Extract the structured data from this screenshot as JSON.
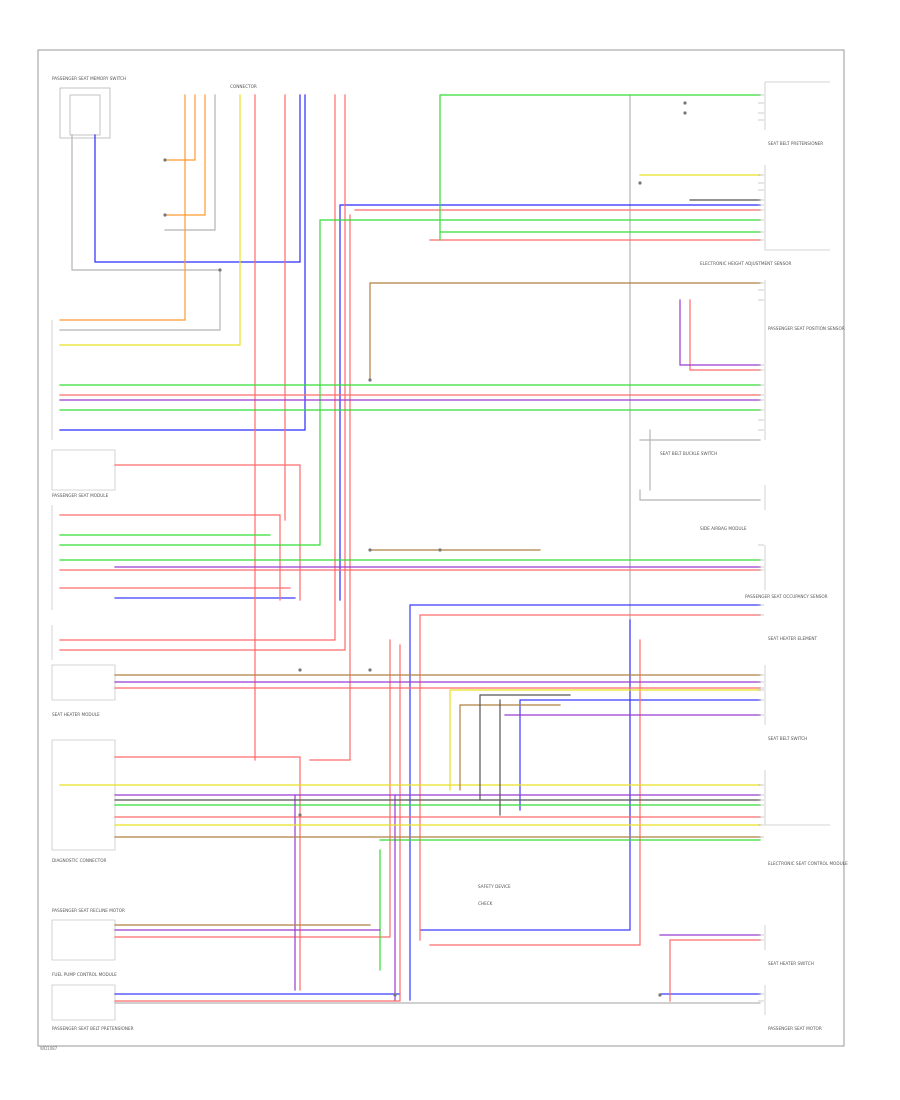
{
  "colors": {
    "frame": "#9a9a9a",
    "red": "#ff5a5a",
    "pink": "#ff9a9a",
    "green": "#33dd33",
    "blue": "#2a2aff",
    "purple": "#9a3ad0",
    "yellow": "#e8e020",
    "orange": "#ff9a30",
    "brown": "#b08040",
    "gray": "#9a9a9a",
    "black": "#333333"
  },
  "labels": {
    "top_left_component": "PASSENGER SEAT MEMORY SWITCH",
    "top_connector": "CONNECTOR",
    "right_1": "SEAT BELT PRETENSIONER",
    "right_2": "ELECTRONIC HEIGHT ADJUSTMENT SENSOR",
    "right_3": "PASSENGER SEAT POSITION SENSOR",
    "right_4": "SEAT BELT BUCKLE SWITCH",
    "right_5": "SIDE AIRBAG MODULE",
    "right_6": "PASSENGER SEAT OCCUPANCY SENSOR",
    "right_7": "SEAT HEATER ELEMENT",
    "right_8": "SEAT BELT SWITCH",
    "right_9": "ELECTRONIC SEAT CONTROL MODULE",
    "right_10": "SEAT HEATER SWITCH",
    "right_11": "PASSENGER SEAT MOTOR",
    "left_1": "PASSENGER SEAT MODULE",
    "left_2": "SEAT HEATER MODULE",
    "left_3": "DIAGNOSTIC CONNECTOR",
    "left_4": "PASSENGER SEAT RECLINE MOTOR",
    "left_5": "FUEL PUMP CONTROL MODULE",
    "left_6": "PASSENGER SEAT BELT PRETENSIONER",
    "note_1": "SAFETY DEVICE",
    "note_2": "CHECK",
    "page_code": "WD1087"
  }
}
